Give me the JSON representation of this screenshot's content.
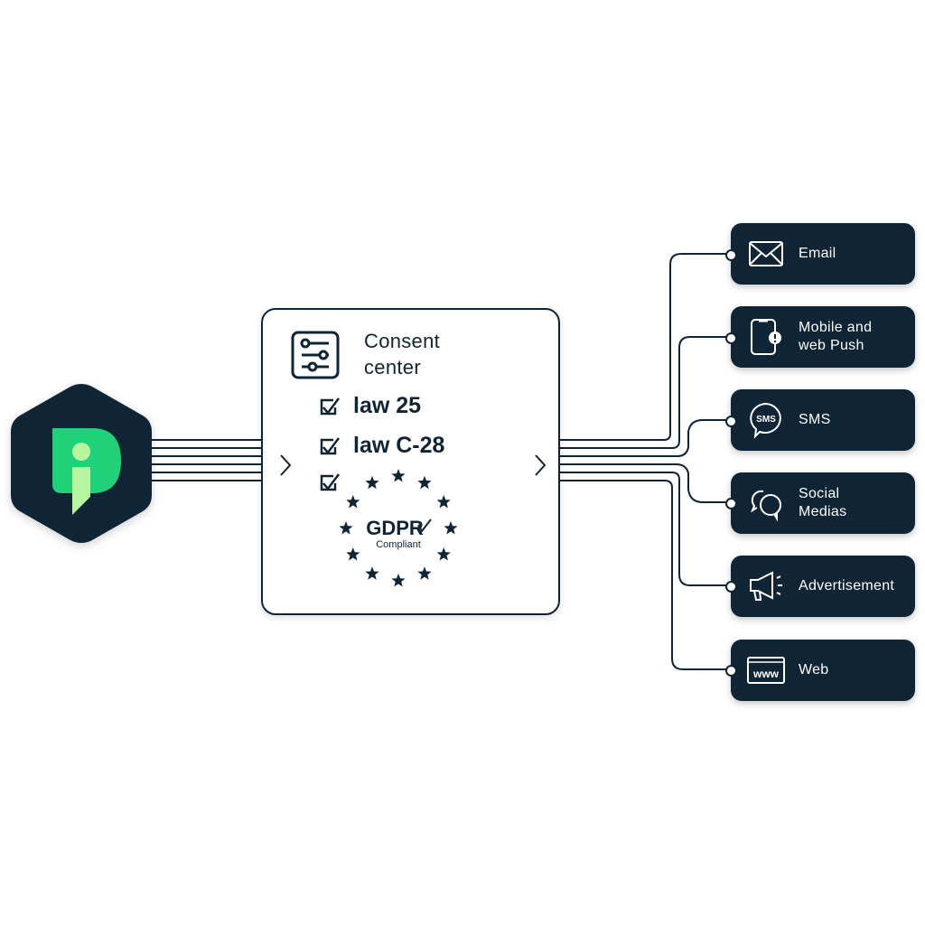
{
  "source": {
    "name": "logo",
    "icon": "speech-bubble-i-logo-icon",
    "colors": {
      "hexagon": "#0f2535",
      "bubble": "#1fd27a",
      "letter": "#b8f5a0"
    }
  },
  "consent_center": {
    "icon": "sliders-icon",
    "title_line1": "Consent",
    "title_line2": "center",
    "laws": [
      {
        "label": "law 25",
        "checked": true
      },
      {
        "label": "law C-28",
        "checked": true
      },
      {
        "label": "",
        "checked": true
      }
    ],
    "gdpr_badge": {
      "title": "GDPR",
      "subtitle": "Compliant",
      "stars": 12
    }
  },
  "channels": [
    {
      "label": "Email",
      "icon": "envelope-icon"
    },
    {
      "label": "Mobile and web Push",
      "line1": "Mobile and",
      "line2": "web Push",
      "icon": "mobile-alert-icon"
    },
    {
      "label": "SMS",
      "icon": "sms-bubble-icon"
    },
    {
      "label": "Social Medias",
      "line1": "Social",
      "line2": "Medias",
      "icon": "chat-bubbles-icon"
    },
    {
      "label": "Advertisement",
      "icon": "megaphone-icon"
    },
    {
      "label": "Web",
      "icon": "www-browser-icon",
      "icon_text": "www"
    }
  ],
  "colors": {
    "dark": "#0f2535",
    "background": "#ffffff",
    "text_on_dark": "#ffffff"
  }
}
